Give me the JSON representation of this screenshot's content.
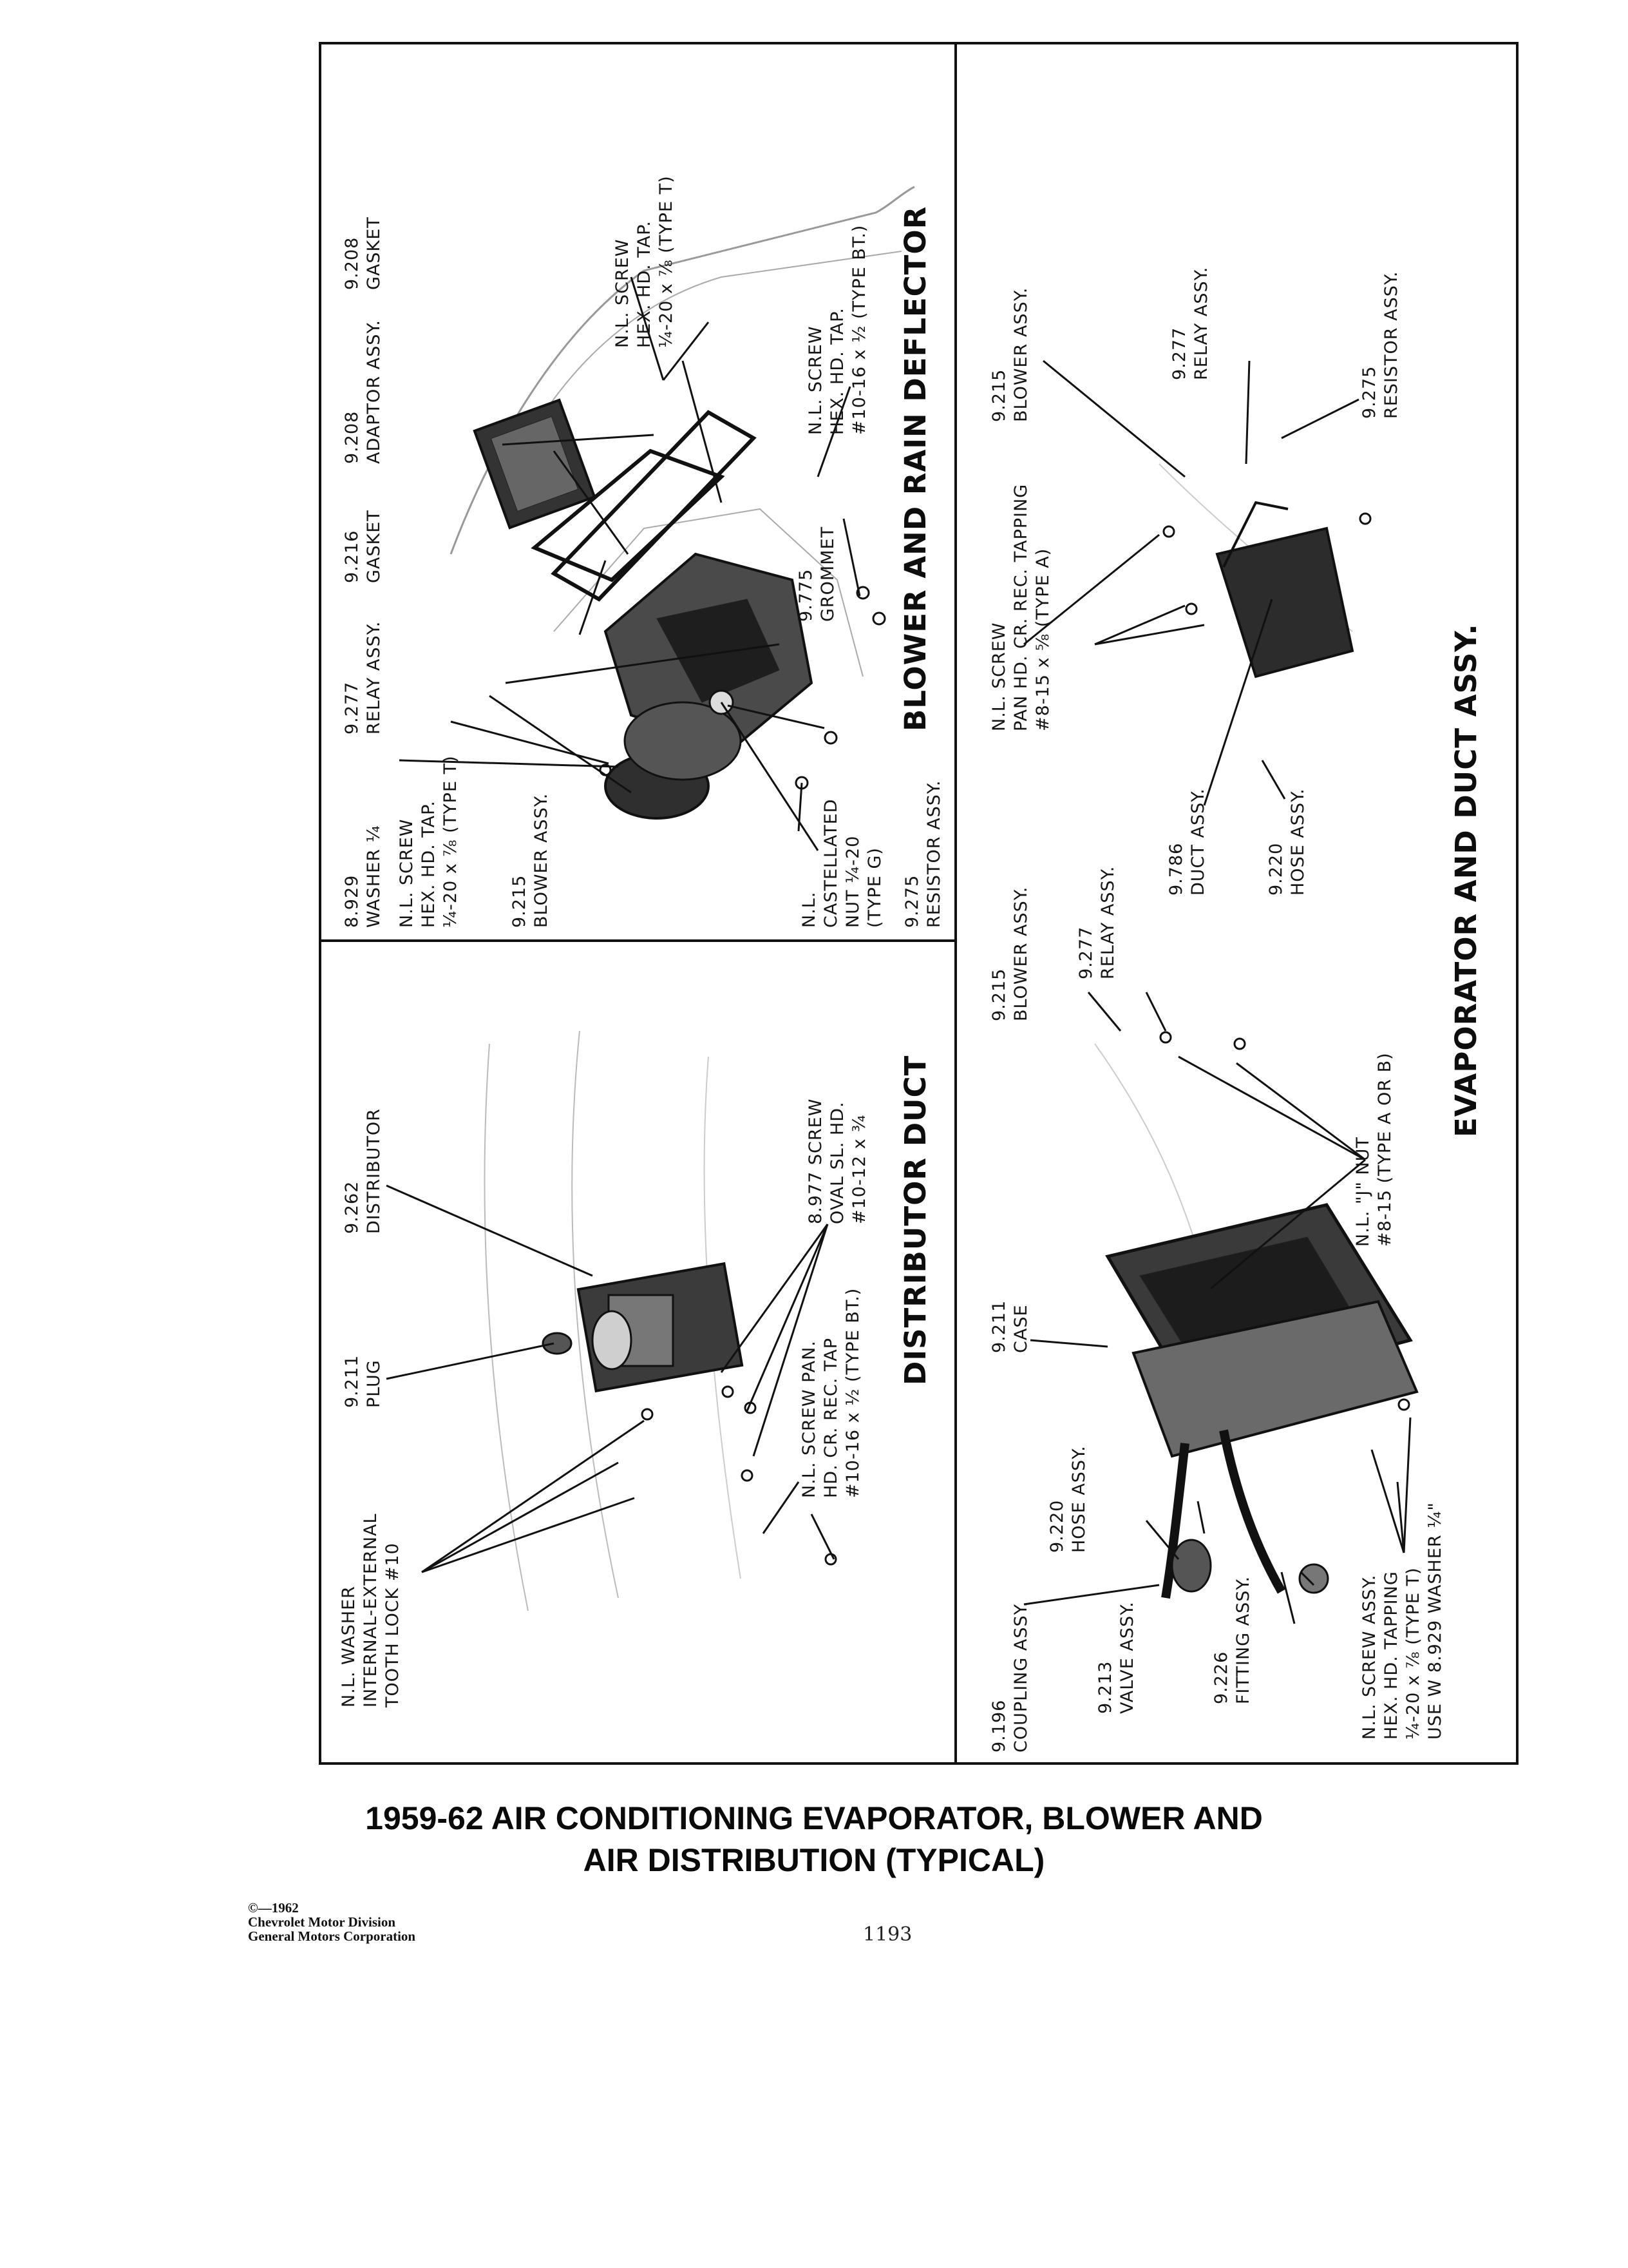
{
  "sections": {
    "blower": "BLOWER AND RAIN DEFLECTOR",
    "distributor": "DISTRIBUTOR DUCT",
    "evaporator": "EVAPORATOR AND DUCT ASSY."
  },
  "labels": {
    "bl_washer": "8.929\nWASHER ¼",
    "bl_screw_a": "N.L. SCREW\nHEX. HD. TAP.\n¼-20 x ⅞ (TYPE T)",
    "bl_blower": "9.215\nBLOWER ASSY.",
    "bl_relay": "9.277\nRELAY ASSY.",
    "bl_gasket": "9.216\nGASKET",
    "bl_adaptor": "9.208\nADAPTOR ASSY.",
    "bl_gasket2": "9.208\nGASKET",
    "bl_screw_b": "N.L. SCREW\nHEX. HD. TAP.\n¼-20 x ⅞ (TYPE T)",
    "bl_screw_c": "N.L. SCREW\nHEX. HD. TAP.\n#10-16 x ½ (TYPE BT.)",
    "bl_grommet": "9.775\nGROMMET",
    "bl_nut": "N.L.\nCASTELLATED\nNUT ¼-20\n(TYPE G)",
    "bl_resistor": "9.275\nRESISTOR ASSY.",
    "dd_washer": "N.L. WASHER\nINTERNAL-EXTERNAL\nTOOTH LOCK #10",
    "dd_plug": "9.211\nPLUG",
    "dd_distributor": "9.262\nDISTRIBUTOR",
    "dd_screw_pan": "N.L. SCREW PAN.\nHD. CR. REC. TAP\n#10-16 x ½ (TYPE BT.)",
    "dd_screw_oval": "8.977 SCREW\nOVAL SL. HD.\n#10-12 x ¾",
    "ev_blower1": "9.215\nBLOWER ASSY.",
    "ev_relay1": "9.277\nRELAY ASSY.",
    "ev_duct": "9.786\nDUCT ASSY.",
    "ev_hose1": "9.220\nHOSE ASSY.",
    "ev_screw_pan": "N.L. SCREW\nPAN HD. CR. REC. TAPPING\n#8-15 x ⅝ (TYPE A)",
    "ev_blower2": "9.215\nBLOWER ASSY.",
    "ev_relay2": "9.277\nRELAY ASSY.",
    "ev_resistor": "9.275\nRESISTOR ASSY.",
    "ev_coupling": "9.196\nCOUPLING ASSY.",
    "ev_valve": "9.213\nVALVE ASSY.",
    "ev_hose2": "9.220\nHOSE ASSY.",
    "ev_fitting": "9.226\nFITTING ASSY.",
    "ev_case": "9.211\nCASE",
    "ev_screw_hex": "N.L. SCREW ASSY.\nHEX. HD. TAPPING\n¼-20 x ⅞ (TYPE T)\nUSE W 8.929 WASHER ¼\"",
    "ev_jnut": "N.L. \"J\" NUT\n#8-15 (TYPE A OR B)"
  },
  "caption": {
    "line1": "1959-62 AIR CONDITIONING EVAPORATOR, BLOWER AND",
    "line2": "AIR DISTRIBUTION (TYPICAL)"
  },
  "copyright": {
    "line1": "©—1962",
    "line2": "Chevrolet Motor Division",
    "line3": "General Motors Corporation"
  },
  "page_number": "1193"
}
